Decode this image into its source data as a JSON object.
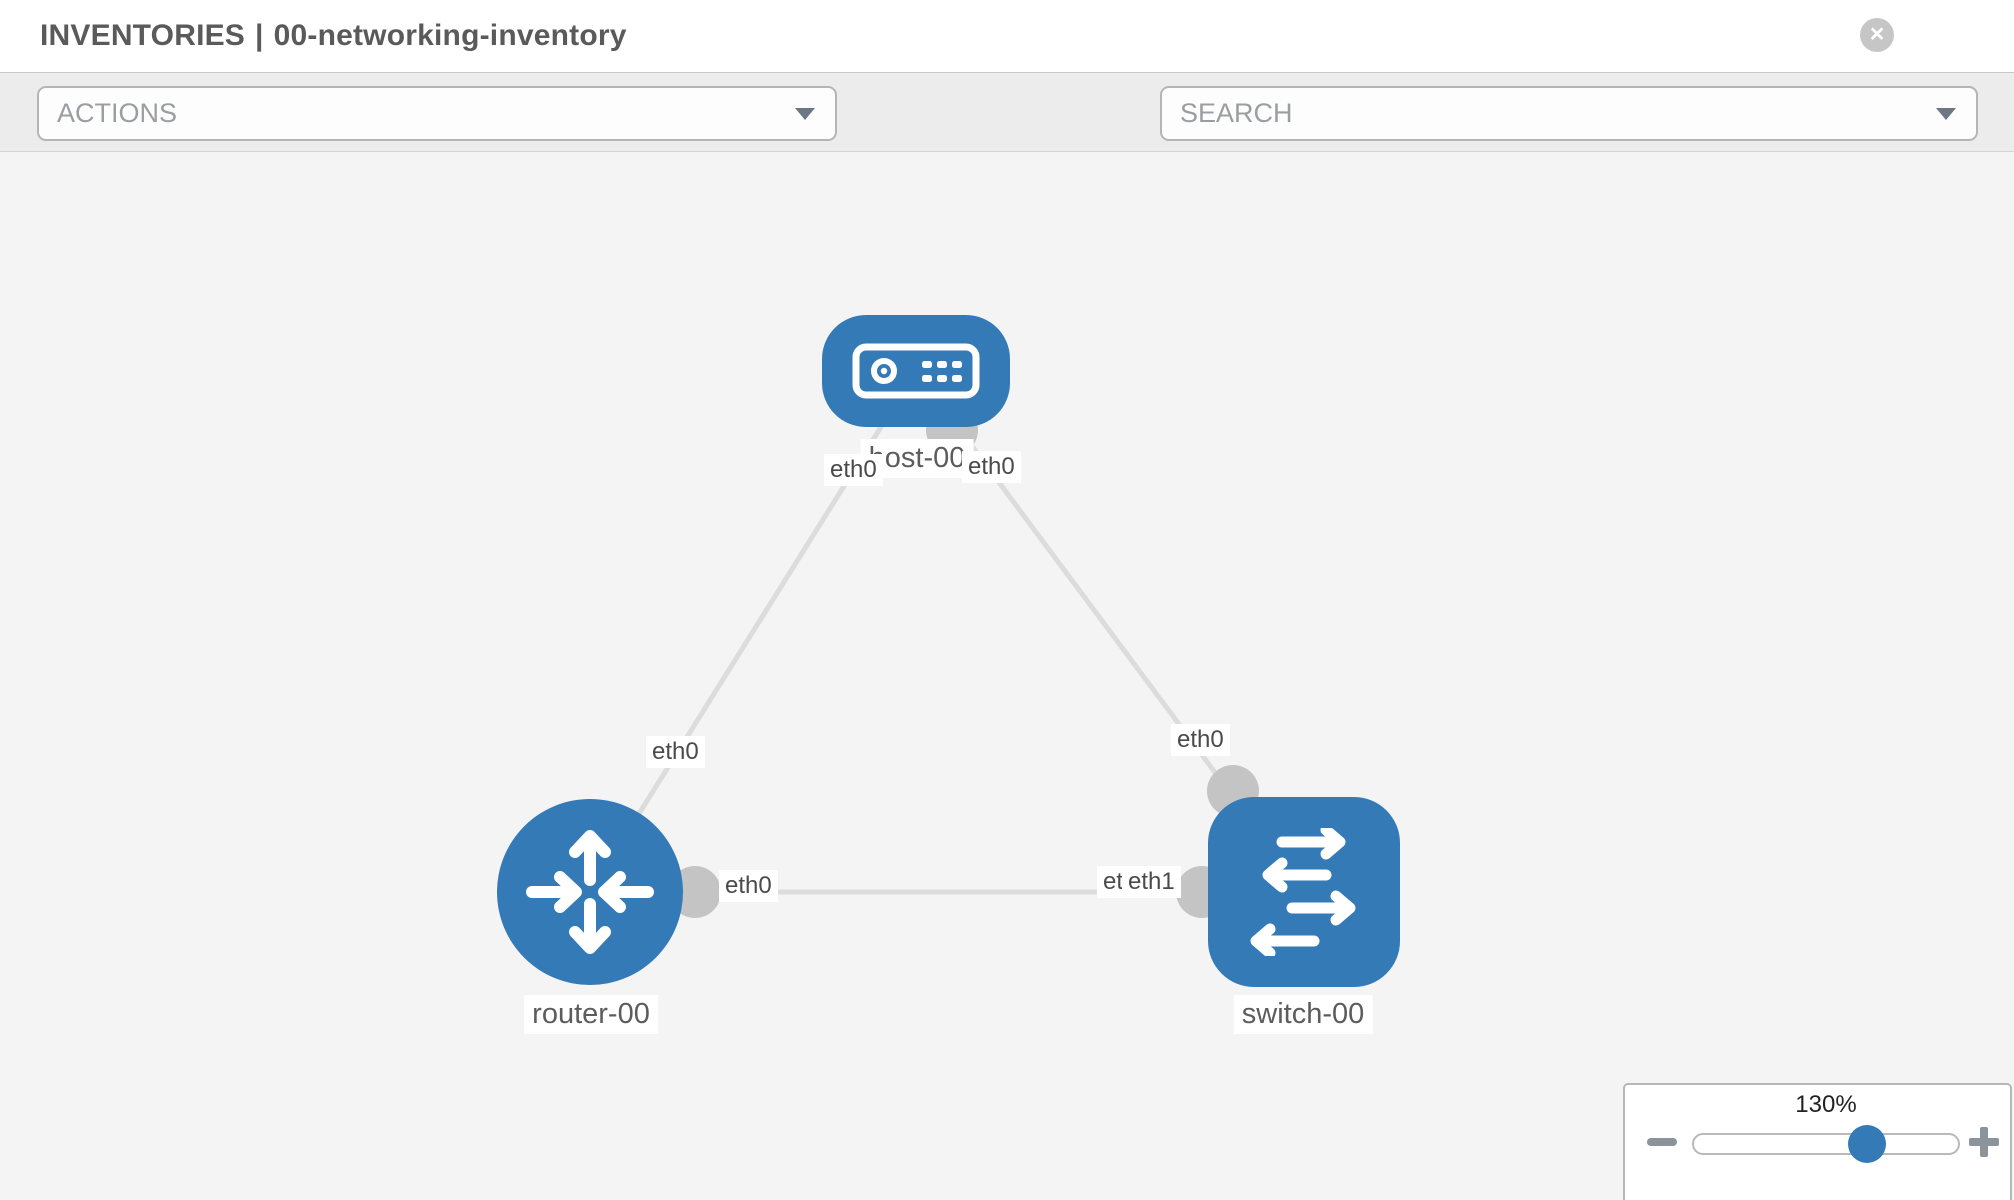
{
  "header": {
    "section": "INVENTORIES",
    "separator": "|",
    "inventory_name": "00-networking-inventory",
    "close_glyph": "×"
  },
  "toolbar": {
    "actions_label": "ACTIONS",
    "search_label": "SEARCH",
    "icons": [
      "wrench-icon",
      "key-icon",
      "chevron-down-icon"
    ]
  },
  "graph": {
    "nodes": [
      {
        "id": "host-00",
        "label": "host-00",
        "type": "host"
      },
      {
        "id": "router-00",
        "label": "router-00",
        "type": "router"
      },
      {
        "id": "switch-00",
        "label": "switch-00",
        "type": "switch"
      }
    ],
    "links": [
      {
        "source": "host-00",
        "target": "router-00",
        "source_interface": "eth0",
        "target_interface": "eth0"
      },
      {
        "source": "host-00",
        "target": "switch-00",
        "source_interface": "eth0",
        "target_interface": "eth0"
      },
      {
        "source": "router-00",
        "target": "switch-00",
        "source_interface": "eth0",
        "target_interface": "eth1"
      }
    ],
    "interface_labels": {
      "host_left": "eth0",
      "host_right": "eth0",
      "router_top": "eth0",
      "switch_top": "eth0",
      "router_right": "eth0",
      "link_mid_under": "eth0",
      "link_mid_over": "eth1"
    }
  },
  "zoom_control": {
    "level": "130%",
    "percent": 130
  },
  "colors": {
    "node_blue": "#337ab7",
    "edge_gray": "#dcdcdc",
    "connector_gray": "#c4c4c4",
    "toolbar_bg": "#ececec",
    "canvas_bg": "#f4f4f4",
    "label_text": "#5c5c5c"
  }
}
